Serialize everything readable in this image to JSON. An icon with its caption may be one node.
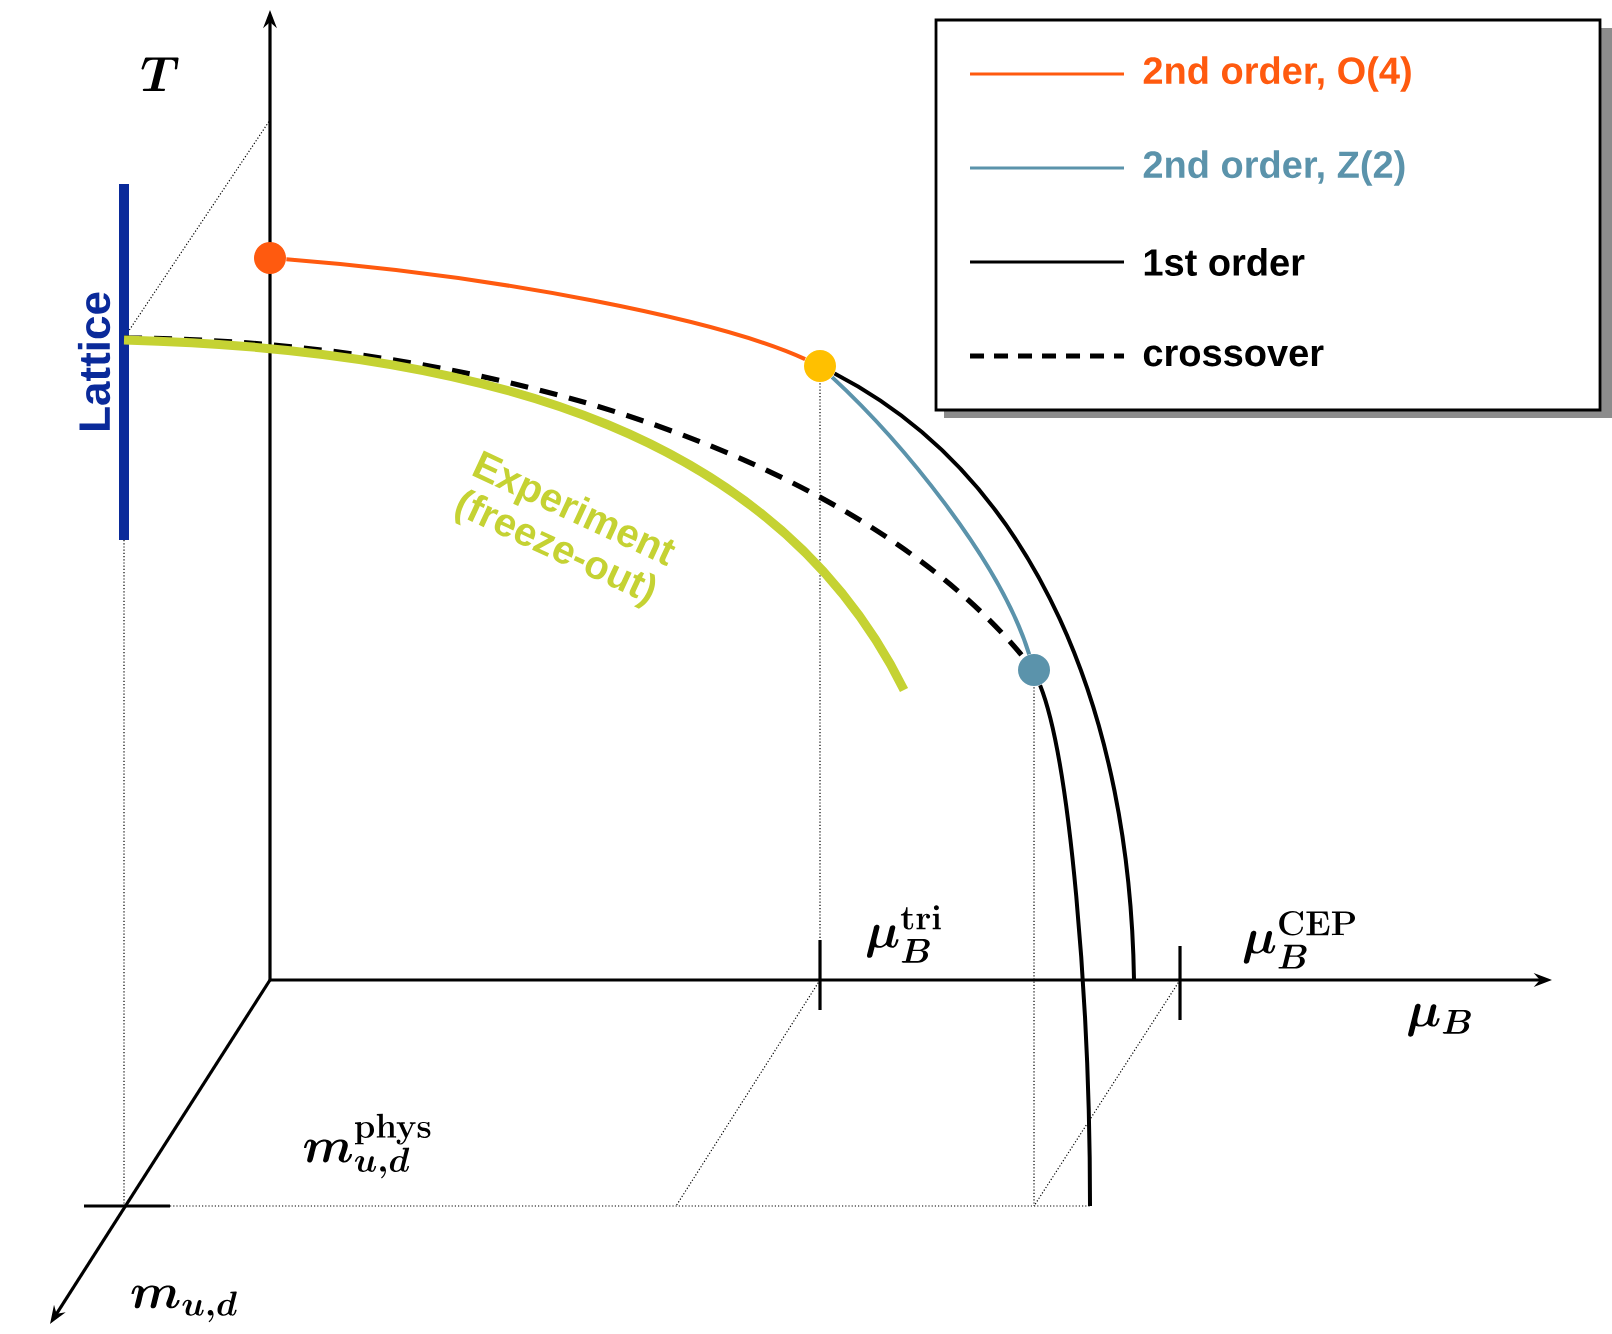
{
  "diagram": {
    "nodes": [
      {
        "text": [
          "Lattice"
        ]
      },
      {
        "text": [],
        "shape": "circle"
      },
      {
        "text": [],
        "shape": "circle"
      },
      {
        "text": [],
        "shape": "circle"
      }
    ],
    "edges": [
      {
        "from": 1,
        "to": 2,
        "arrow": "none",
        "color": "#ff5a0f"
      },
      {
        "from": 2,
        "to": 3,
        "arrow": "none",
        "color": "#5b93ab"
      },
      {
        "from": 2,
        "to": null,
        "arrow": "none"
      },
      {
        "from": 3,
        "to": null,
        "arrow": "none"
      },
      {
        "from": 0,
        "to": 3,
        "arrow": "none",
        "style": "dashed"
      },
      {
        "from": 0,
        "to": null,
        "arrow": "none",
        "style": "thick",
        "color": "#c5d233",
        "label": "Experiment (freeze-out)"
      }
    ],
    "labels": [
      "T",
      "\\mu_B^{\\mathbf{tri}}",
      "\\mu_B^{\\mathbf{CEP}}",
      "\\mu_B",
      "m_{u,d}^{\\mathbf{phys}}",
      "m_{u,d}"
    ],
    "legend": [
      {
        "text": "2nd order, O(4)"
      },
      {
        "text": "2nd order, Z(2)"
      },
      {
        "text": "1st order"
      },
      {
        "text": "crossover"
      }
    ]
  }
}
